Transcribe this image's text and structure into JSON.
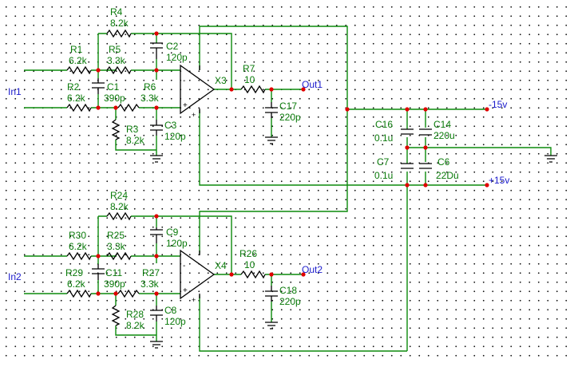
{
  "components": {
    "R4": {
      "ref": "R4",
      "value": "8.2k"
    },
    "R1": {
      "ref": "R1",
      "value": "6.2k"
    },
    "R5": {
      "ref": "R5",
      "value": "3.3k"
    },
    "C2": {
      "ref": "C2",
      "value": "120p"
    },
    "R2": {
      "ref": "R2",
      "value": "6.2k"
    },
    "C1": {
      "ref": "C1",
      "value": "390p"
    },
    "R6": {
      "ref": "R6",
      "value": "3.3k"
    },
    "R3": {
      "ref": "R3",
      "value": "8.2k"
    },
    "C3": {
      "ref": "C3",
      "value": "120p"
    },
    "X3": {
      "ref": "X3"
    },
    "R7": {
      "ref": "R7",
      "value": "10"
    },
    "C17": {
      "ref": "C17",
      "value": "220p"
    },
    "C16": {
      "ref": "C16",
      "value": "0.1u"
    },
    "C14": {
      "ref": "C14",
      "value": "220u"
    },
    "C7": {
      "ref": "C7",
      "value": "0.1u"
    },
    "C6": {
      "ref": "C6",
      "value": "22Du"
    },
    "R24": {
      "ref": "R24",
      "value": "8.2k"
    },
    "R30": {
      "ref": "R30",
      "value": "6.2k"
    },
    "R25": {
      "ref": "R25",
      "value": "3.3k"
    },
    "C9": {
      "ref": "C9",
      "value": "120p"
    },
    "R29": {
      "ref": "R29",
      "value": "6.2k"
    },
    "C11": {
      "ref": "C11",
      "value": "390p"
    },
    "R27": {
      "ref": "R27",
      "value": "3.3k"
    },
    "R28": {
      "ref": "R28",
      "value": "8.2k"
    },
    "C8": {
      "ref": "C8",
      "value": "120p"
    },
    "X4": {
      "ref": "X4"
    },
    "R26": {
      "ref": "R26",
      "value": "10"
    },
    "C18": {
      "ref": "C18",
      "value": "220p"
    }
  },
  "nets": {
    "in1": "In1",
    "in2": "In2",
    "out1": "Out1",
    "out2": "Out2",
    "vneg": "-15v",
    "vpos": "+15v"
  },
  "pins": {
    "minus": "-",
    "plus": "+"
  },
  "colors": {
    "wire": "#0b8a0b",
    "component": "#000000",
    "junction": "#e00000",
    "label": "#0a7a0a",
    "net_label": "#1a1acc",
    "grid": "#1a1a1a"
  }
}
